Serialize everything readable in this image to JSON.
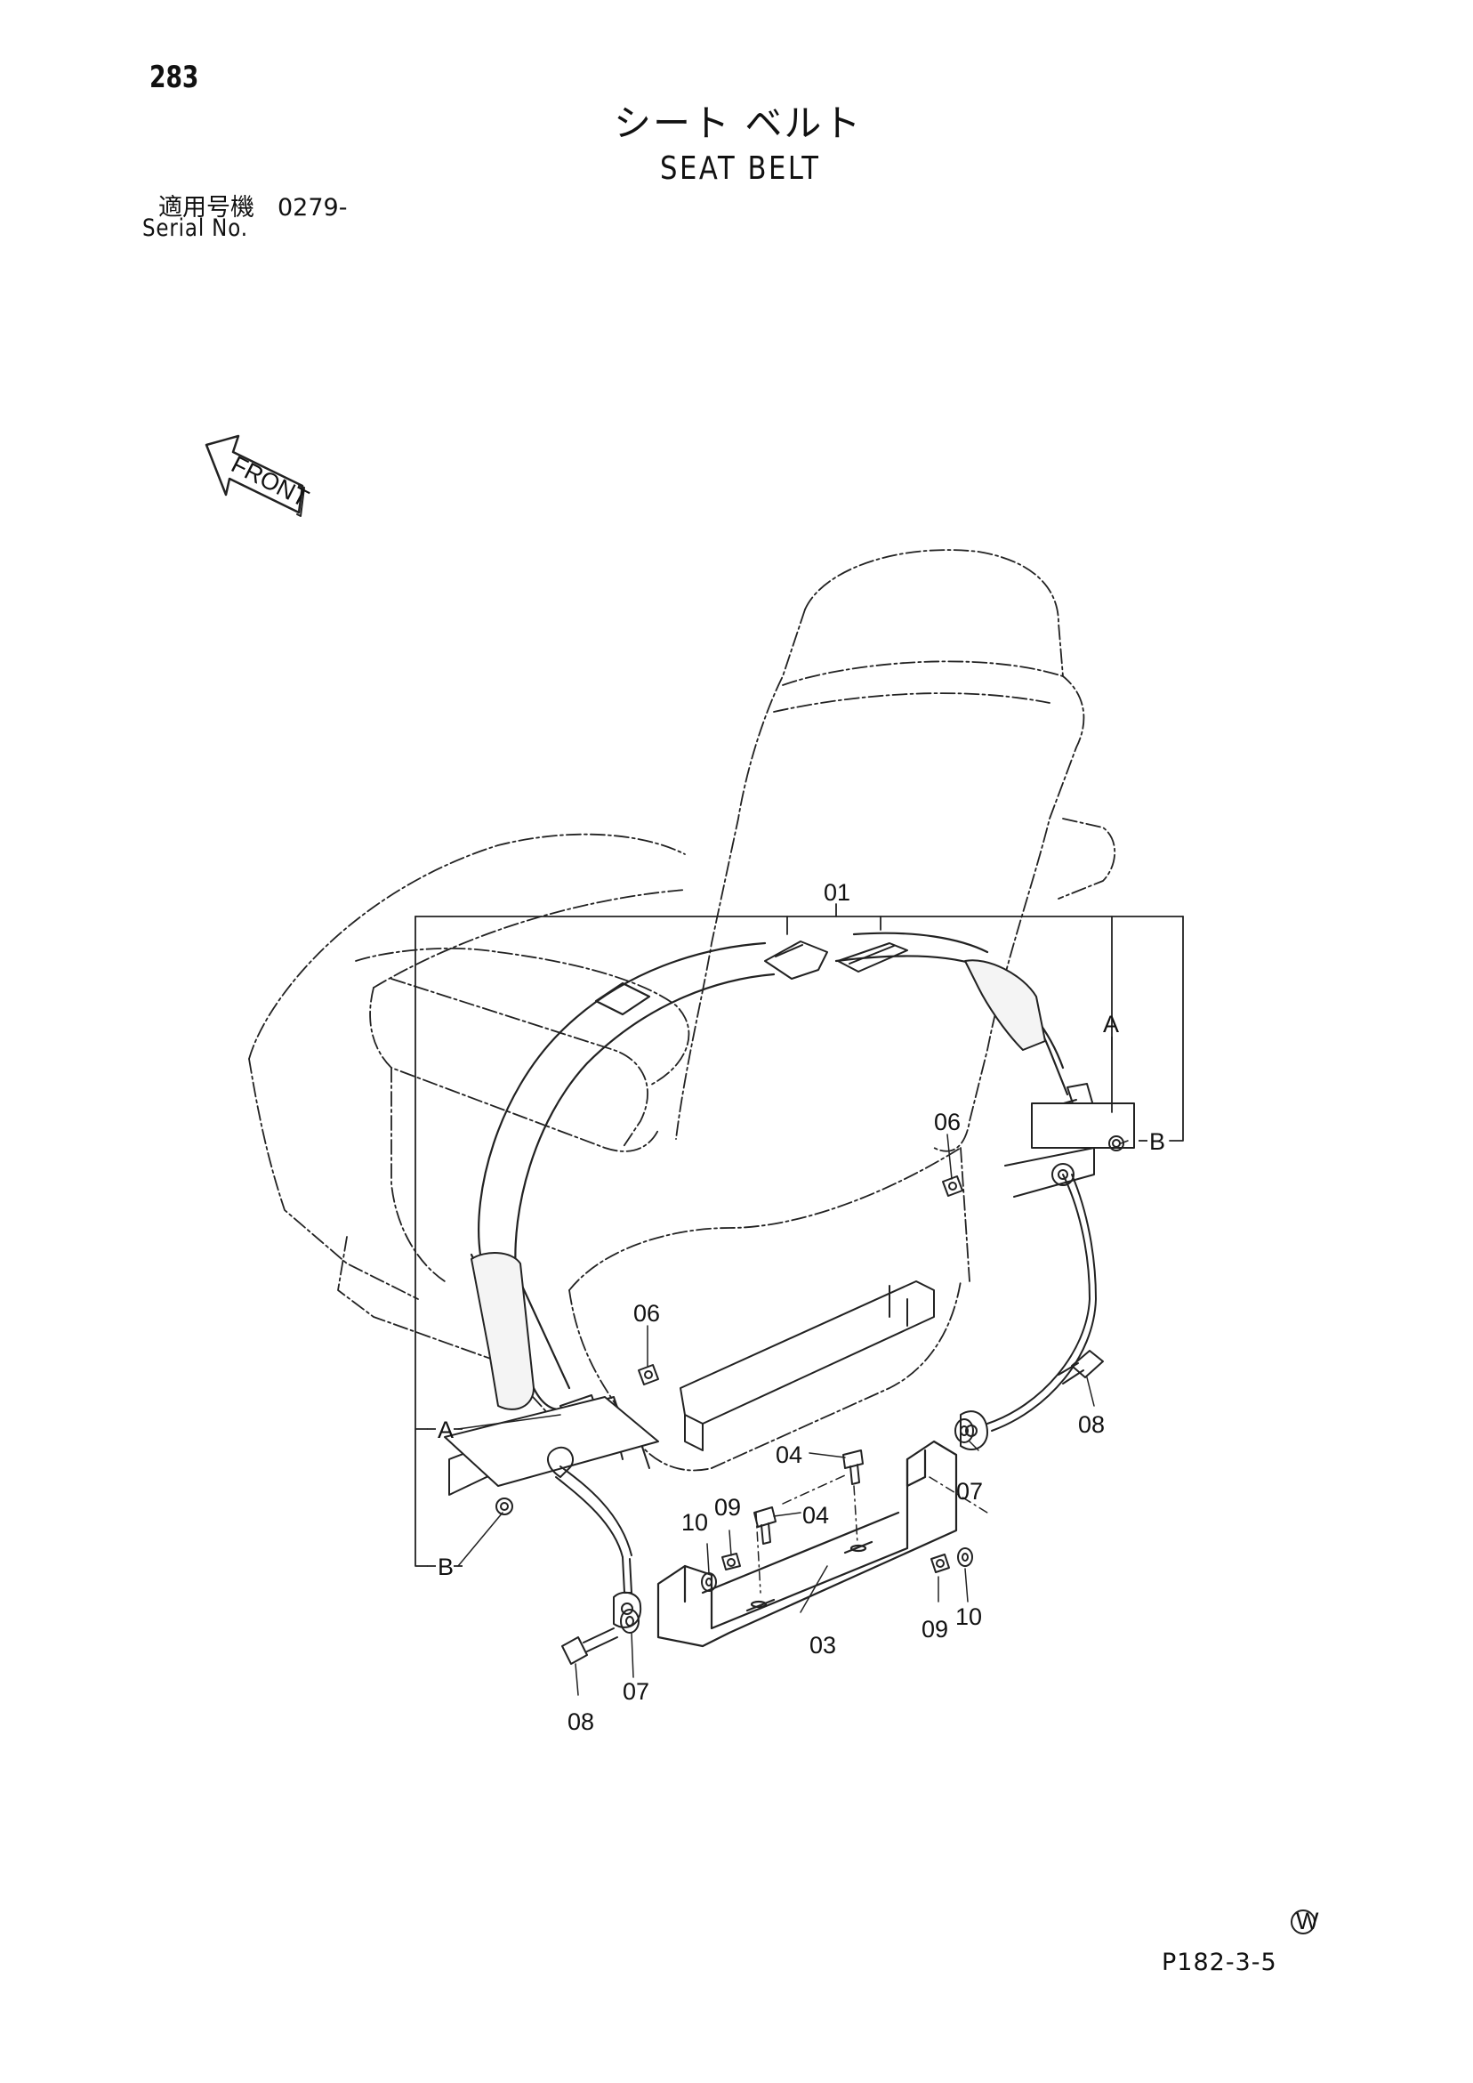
{
  "page": {
    "number": "283",
    "title_jp": "シート ベルト",
    "title_en": "SEAT BELT",
    "serial_label_jp": "適用号機",
    "serial_value": "0279-",
    "serial_label_en": "Serial No.",
    "drawing_code": "P182-3-5",
    "mark": "W"
  },
  "diagram": {
    "front_arrow_label": "FRONT",
    "callouts": [
      "01",
      "06",
      "06",
      "A",
      "B",
      "A",
      "B",
      "04",
      "04",
      "09",
      "10",
      "03",
      "07",
      "08",
      "07",
      "08",
      "09",
      "10"
    ]
  }
}
